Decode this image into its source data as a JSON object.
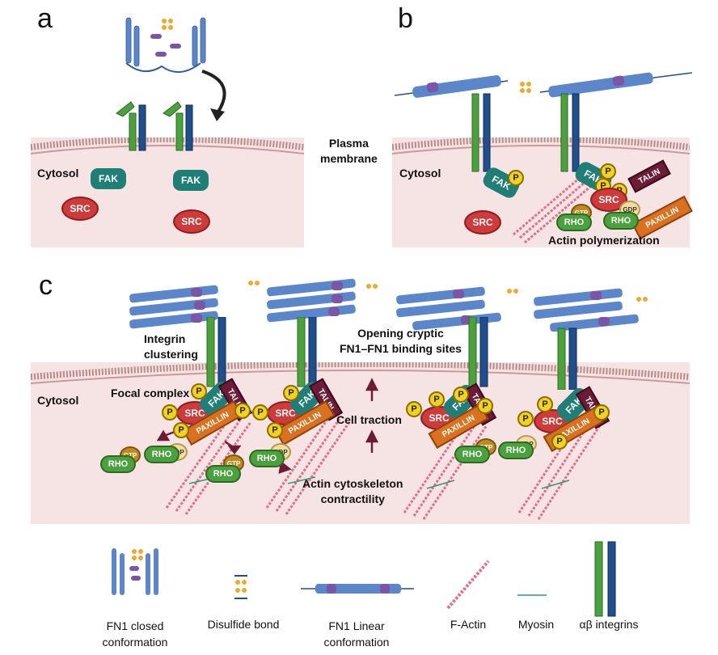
{
  "panels": {
    "a": {
      "label": "a",
      "cytosol": "Cytosol",
      "fak": "FAK",
      "src": "SRC"
    },
    "b": {
      "label": "b",
      "cytosol": "Cytosol",
      "fak": "FAK",
      "src": "SRC",
      "p": "P",
      "talin": "TALIN",
      "paxillin": "PAXILLIN",
      "rho": "RHO",
      "gtp": "GTP",
      "gdp": "GDP",
      "actin_polymerization": "Actin polymerization"
    },
    "c": {
      "label": "c",
      "cytosol": "Cytosol",
      "integrin_clustering_1": "Integrin",
      "integrin_clustering_2": "clustering",
      "opening_1": "Opening cryptic",
      "opening_2": "FN1–FN1 binding sites",
      "focal_complex": "Focal complex",
      "cell_traction": "Cell traction",
      "actin_contractility_1": "Actin cytoskeleton",
      "actin_contractility_2": "contractility",
      "fak": "FAK",
      "src": "SRC",
      "p": "P",
      "talin": "TALIN",
      "paxillin": "PAXILLIN",
      "rho": "RHO",
      "gtp": "GTP",
      "gdp": "GDP"
    }
  },
  "plasma_membrane_1": "Plasma",
  "plasma_membrane_2": "membrane",
  "legend": {
    "fn1_closed_1": "FN1 closed",
    "fn1_closed_2": "conformation",
    "disulfide": "Disulfide bond",
    "fn1_linear_1": "FN1 Linear",
    "fn1_linear_2": "conformation",
    "factin": "F-Actin",
    "myosin": "Myosin",
    "integrins": "αβ integrins"
  },
  "colors": {
    "cytosol": "#f6e3e3",
    "fn1_blue": "#5b86c9",
    "fn1_purple": "#7b56a6",
    "integrin_green": "#4aa13d",
    "integrin_blue": "#1f4f8c",
    "fak": "#1f7f76",
    "src": "#cf3a3a",
    "phospho": "#f3d21d",
    "actin": "#e46b8a",
    "arrow": "#6d1b36"
  }
}
